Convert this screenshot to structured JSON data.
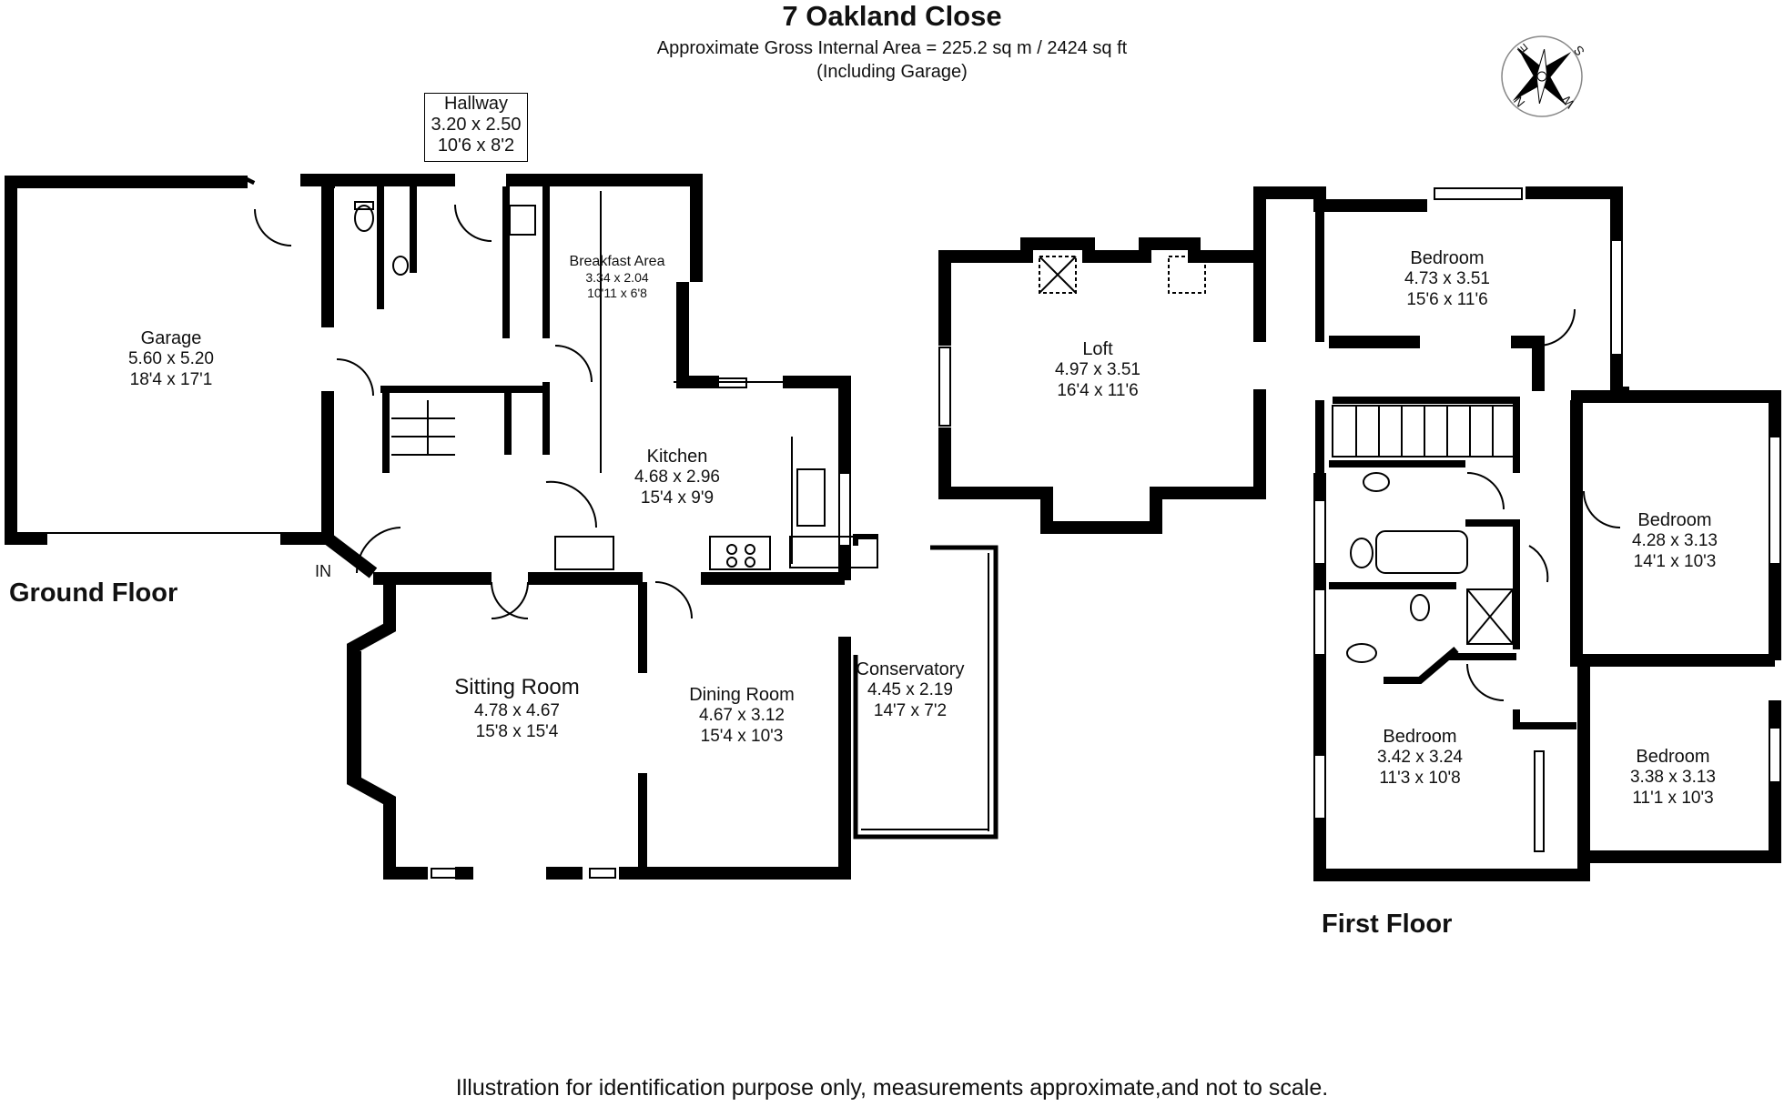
{
  "header": {
    "title": "7 Oakland Close",
    "area": "Approximate Gross Internal Area = 225.2 sq m / 2424 sq ft",
    "note": "(Including Garage)"
  },
  "floors": {
    "ground": "Ground Floor",
    "first": "First Floor"
  },
  "entrance_label": "IN",
  "rooms": {
    "hallway": {
      "name": "Hallway",
      "metric": "3.20 x 2.50",
      "imperial": "10'6 x 8'2"
    },
    "garage": {
      "name": "Garage",
      "metric": "5.60 x 5.20",
      "imperial": "18'4 x 17'1"
    },
    "breakfast": {
      "name": "Breakfast Area",
      "metric": "3.34 x 2.04",
      "imperial": "10'11 x 6'8"
    },
    "kitchen": {
      "name": "Kitchen",
      "metric": "4.68 x 2.96",
      "imperial": "15'4 x 9'9"
    },
    "sitting": {
      "name": "Sitting Room",
      "metric": "4.78 x 4.67",
      "imperial": "15'8 x 15'4"
    },
    "dining": {
      "name": "Dining Room",
      "metric": "4.67 x 3.12",
      "imperial": "15'4 x 10'3"
    },
    "conservatory": {
      "name": "Conservatory",
      "metric": "4.45 x 2.19",
      "imperial": "14'7 x 7'2"
    },
    "loft": {
      "name": "Loft",
      "metric": "4.97 x 3.51",
      "imperial": "16'4 x 11'6"
    },
    "bedroom1": {
      "name": "Bedroom",
      "metric": "4.73 x 3.51",
      "imperial": "15'6 x 11'6"
    },
    "bedroom2": {
      "name": "Bedroom",
      "metric": "4.28 x 3.13",
      "imperial": "14'1 x 10'3"
    },
    "bedroom3": {
      "name": "Bedroom",
      "metric": "3.42 x 3.24",
      "imperial": "11'3 x 10'8"
    },
    "bedroom4": {
      "name": "Bedroom",
      "metric": "3.38 x 3.13",
      "imperial": "11'1 x 10'3"
    }
  },
  "compass": {
    "n": "N",
    "e": "E",
    "s": "S",
    "w": "W"
  },
  "footer": "Illustration for identification purpose only, measurements approximate,and not to scale."
}
